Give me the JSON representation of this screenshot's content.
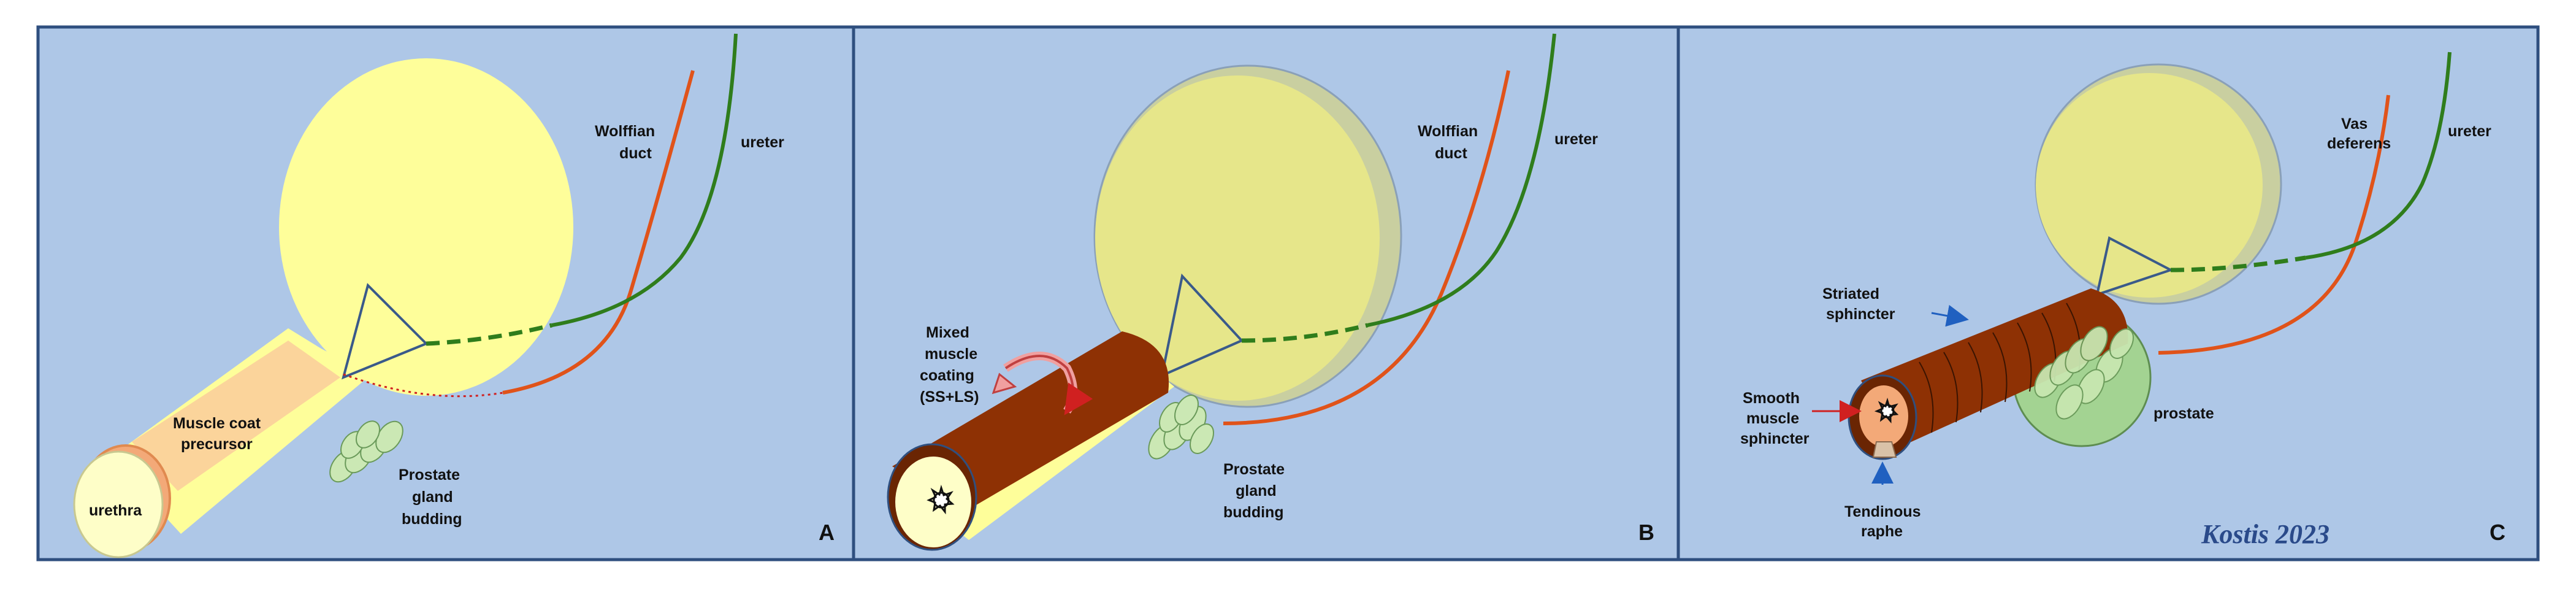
{
  "colors": {
    "panel_bg": "#aec7e7",
    "panel_border": "#2f4f7f",
    "bladder": "#fefe9a",
    "bladder_b": "#e6e68a",
    "muscle_coat": "#fbcf9b",
    "muscle_brown": "#8e3104",
    "wolffian": "#e0531a",
    "ureter": "#2f7d1c",
    "prostate_bud": "#cbe8b4",
    "prostate_c": "#a3d48e",
    "signature": "#2a4a8a"
  },
  "panels": [
    {
      "letter": "A",
      "labels": {
        "wolffian": [
          "Wolffian",
          "duct"
        ],
        "ureter": "ureter",
        "muscle_coat": [
          "Muscle coat",
          "precursor"
        ],
        "urethra": "urethra",
        "prostate": [
          "Prostate",
          "gland",
          "budding"
        ]
      }
    },
    {
      "letter": "B",
      "labels": {
        "wolffian": [
          "Wolffian",
          "duct"
        ],
        "ureter": "ureter",
        "mixed": [
          "Mixed",
          "muscle",
          "coating",
          "(SS+LS)"
        ],
        "prostate": [
          "Prostate",
          "gland",
          "budding"
        ]
      }
    },
    {
      "letter": "C",
      "labels": {
        "vas": [
          "Vas",
          "deferens"
        ],
        "ureter": "ureter",
        "striated": [
          "Striated",
          "sphincter"
        ],
        "smooth": [
          "Smooth",
          "muscle",
          "sphincter"
        ],
        "prostate": "prostate",
        "tendinous": [
          "Tendinous",
          "raphe"
        ]
      }
    }
  ],
  "signature": "Kostis 2023",
  "icons": [
    "curved-arrow-icon",
    "lumen-star-icon",
    "pointer-arrow-icon"
  ]
}
